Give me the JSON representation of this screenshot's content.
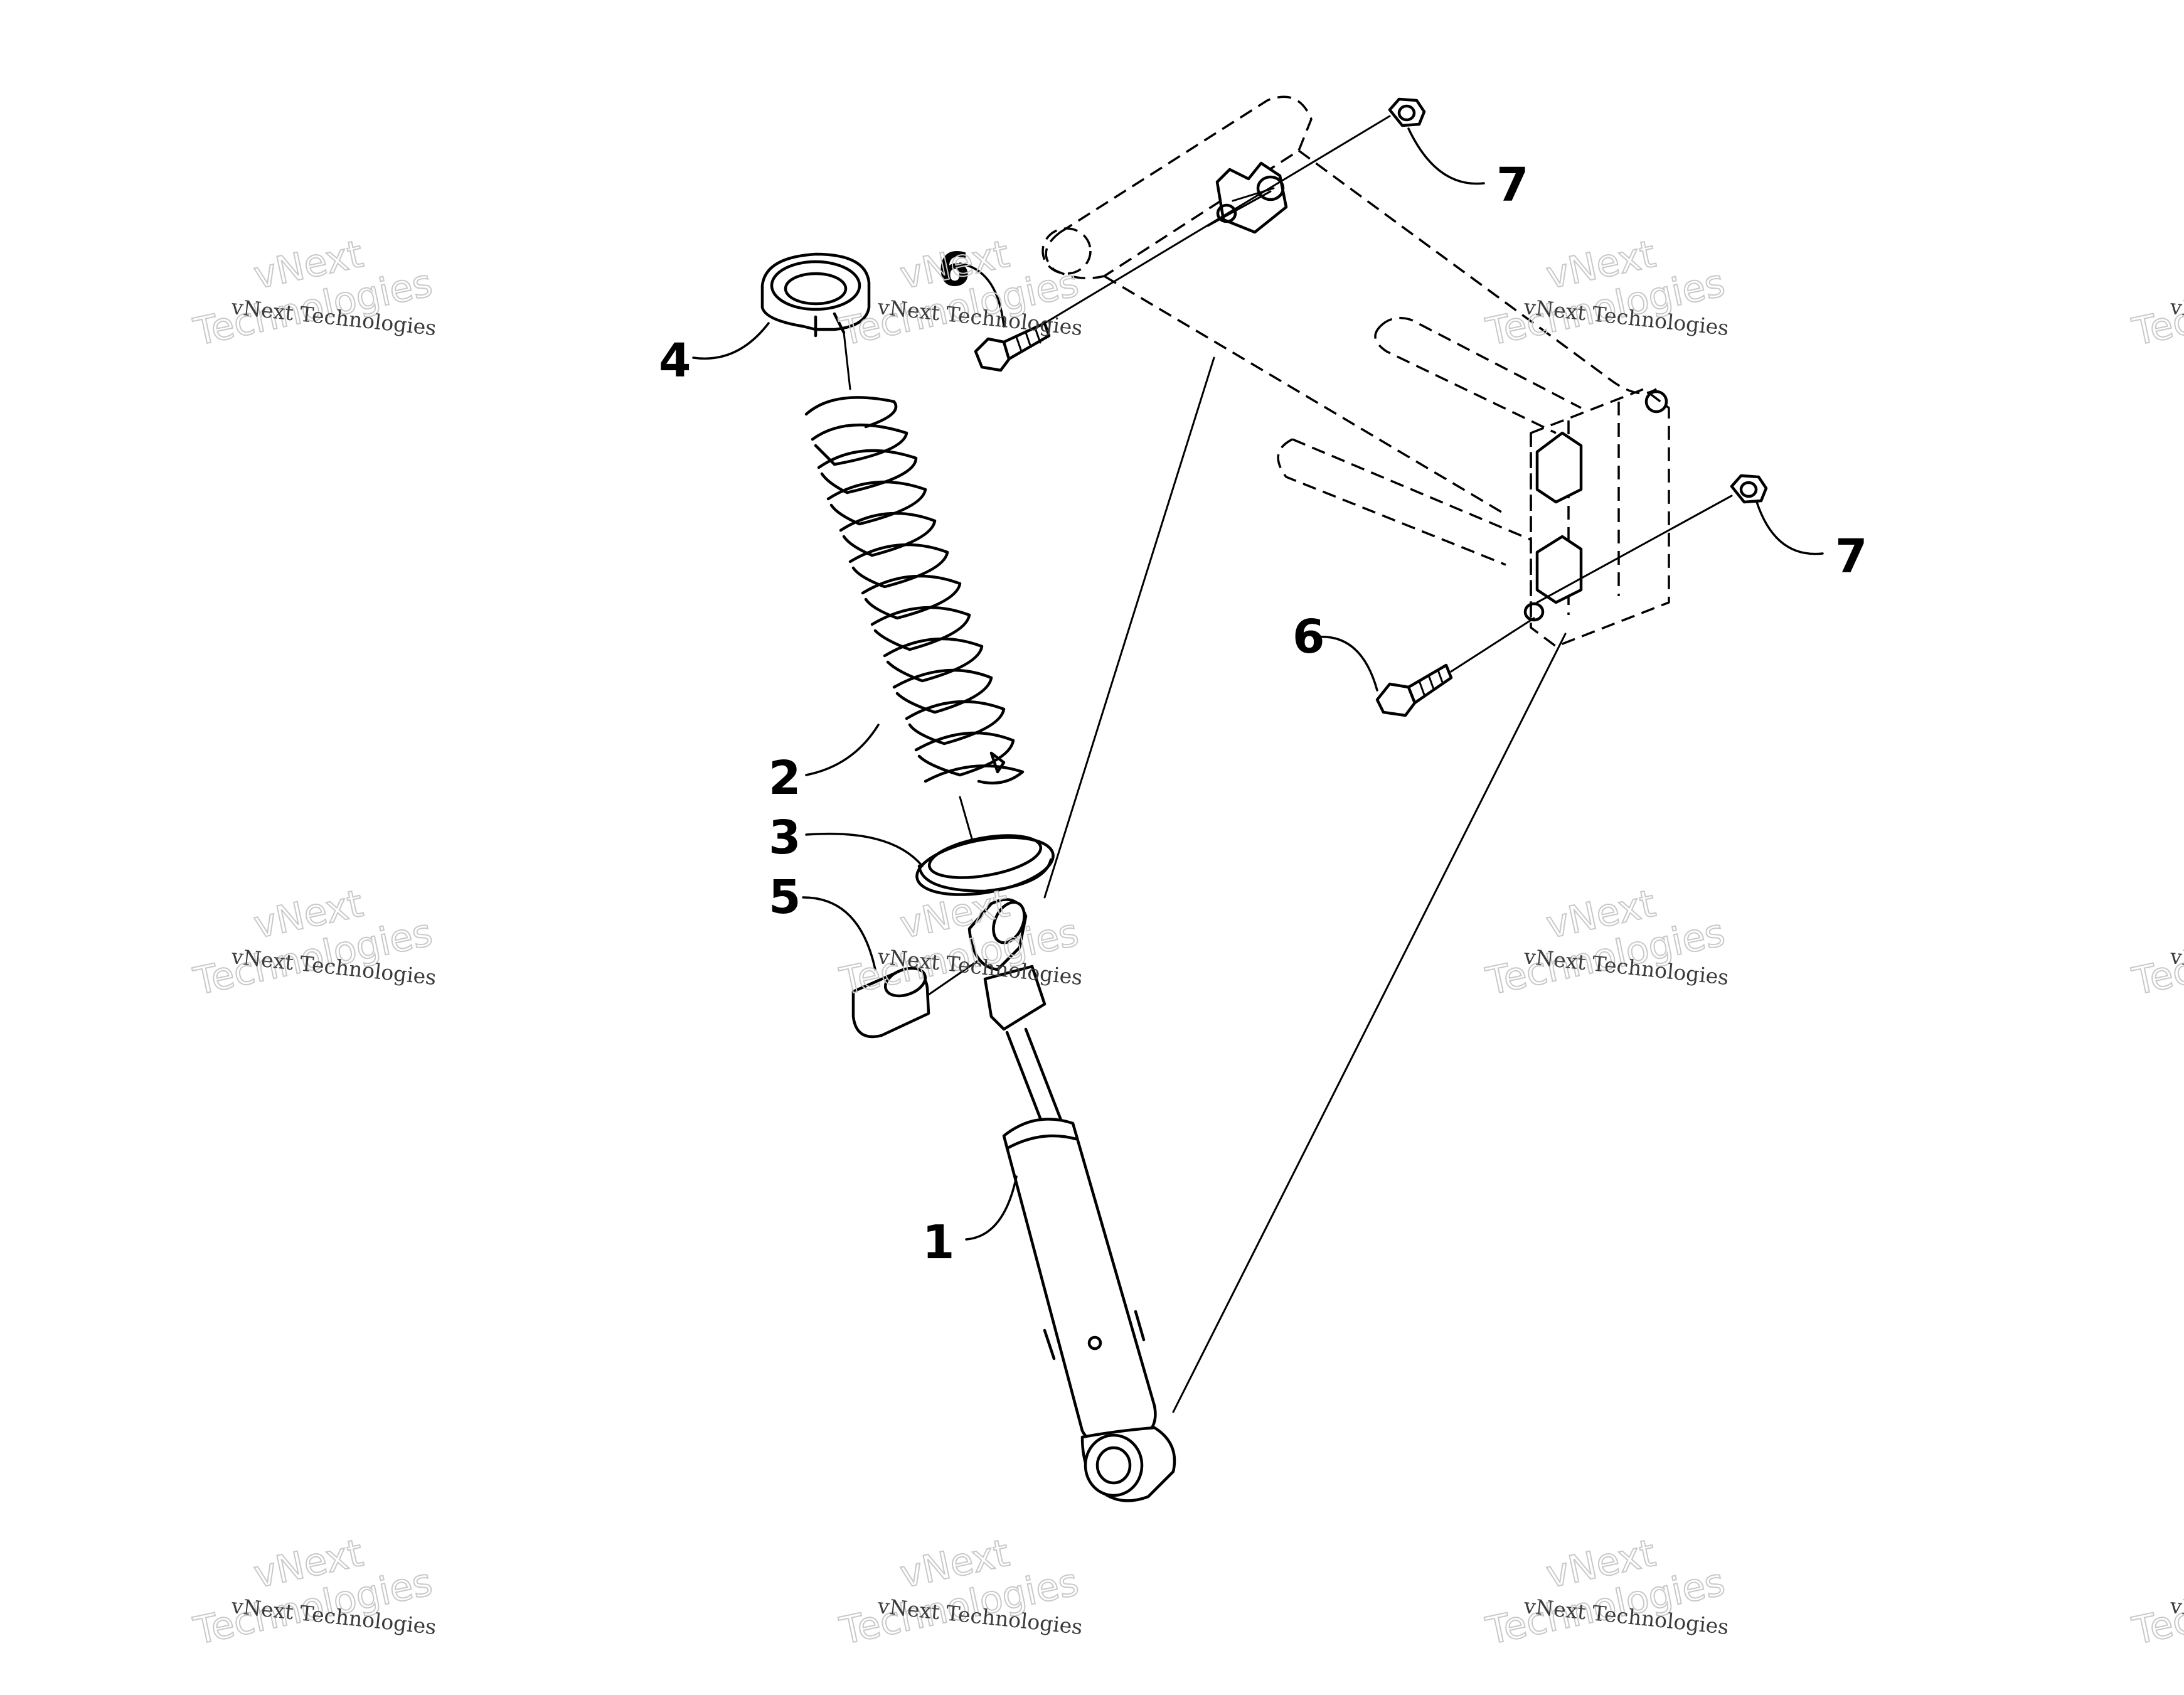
{
  "callouts": {
    "shock_absorber": "1",
    "spring": "2",
    "lower_spring_seat": "3",
    "upper_spring_retainer": "4",
    "bushing": "5",
    "bolt_upper": "6",
    "bolt_lower": "6",
    "nut_upper": "7",
    "nut_lower": "7"
  },
  "watermark": {
    "line1": "vNext",
    "line2": "vNext Technologies",
    "line3": "Technologies"
  }
}
